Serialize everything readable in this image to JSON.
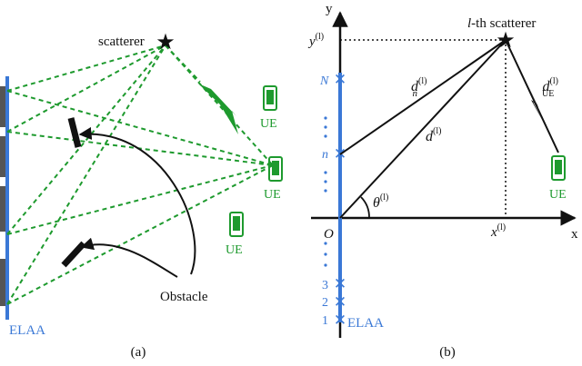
{
  "panel_a": {
    "caption": "(a)",
    "scatterer_label": "scatterer",
    "ue_labels": [
      "UE",
      "UE",
      "UE"
    ],
    "elaa_label": "ELAA",
    "obstacle_label": "Obstacle"
  },
  "panel_b": {
    "caption": "(b)",
    "y_axis_label": "y",
    "x_axis_label": "x",
    "origin_label": "O",
    "scatterer_label_italic": "l",
    "scatterer_label_rest": "-th scatterer",
    "y_coord_label": "y",
    "x_coord_label": "x",
    "superscript_l": "(l)",
    "dn_label": "d",
    "dn_sub": "n",
    "d_label": "d",
    "theta_label": "θ",
    "due_label": "d",
    "due_sub": "UE",
    "ue_label": "UE",
    "elaa_label": "ELAA",
    "element_labels": {
      "N": "N",
      "n": "n",
      "three": "3",
      "two": "2",
      "one": "1"
    }
  },
  "colors": {
    "ray_green": "#1e9a2e",
    "elaa_blue": "#3a78d6",
    "panel_gray": "#555555"
  }
}
